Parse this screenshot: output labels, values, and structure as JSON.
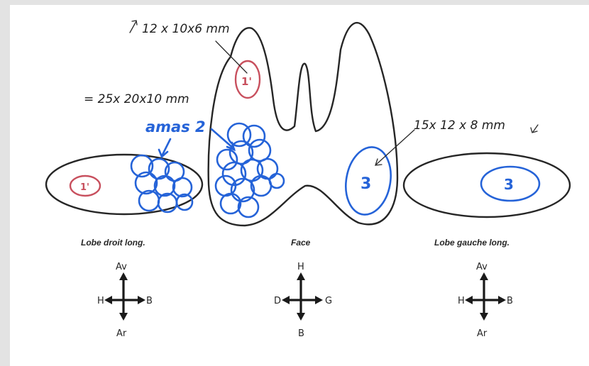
{
  "annotations": {
    "top_nodule": "12 x 10x6 mm",
    "amas_size": "= 25x 20x10 mm",
    "amas_label": "amas 2",
    "right_nodule": "15x 12 x 8 mm"
  },
  "nodules": {
    "nodule_1": "1'",
    "nodule_3": "3"
  },
  "views": {
    "right_lobe": "Lobe droit long.",
    "face": "Face",
    "left_lobe": "Lobe gauche long."
  },
  "orientation": {
    "right_lobe": {
      "top": "Av",
      "bottom": "Ar",
      "left": "H",
      "right": "B"
    },
    "face": {
      "top": "H",
      "bottom": "B",
      "left": "D",
      "right": "G"
    },
    "left_lobe": {
      "top": "Av",
      "bottom": "Ar",
      "left": "H",
      "right": "B"
    }
  },
  "colors": {
    "ink": "#262626",
    "nodule_red": "#c8505e",
    "amas_blue": "#2563d8"
  }
}
